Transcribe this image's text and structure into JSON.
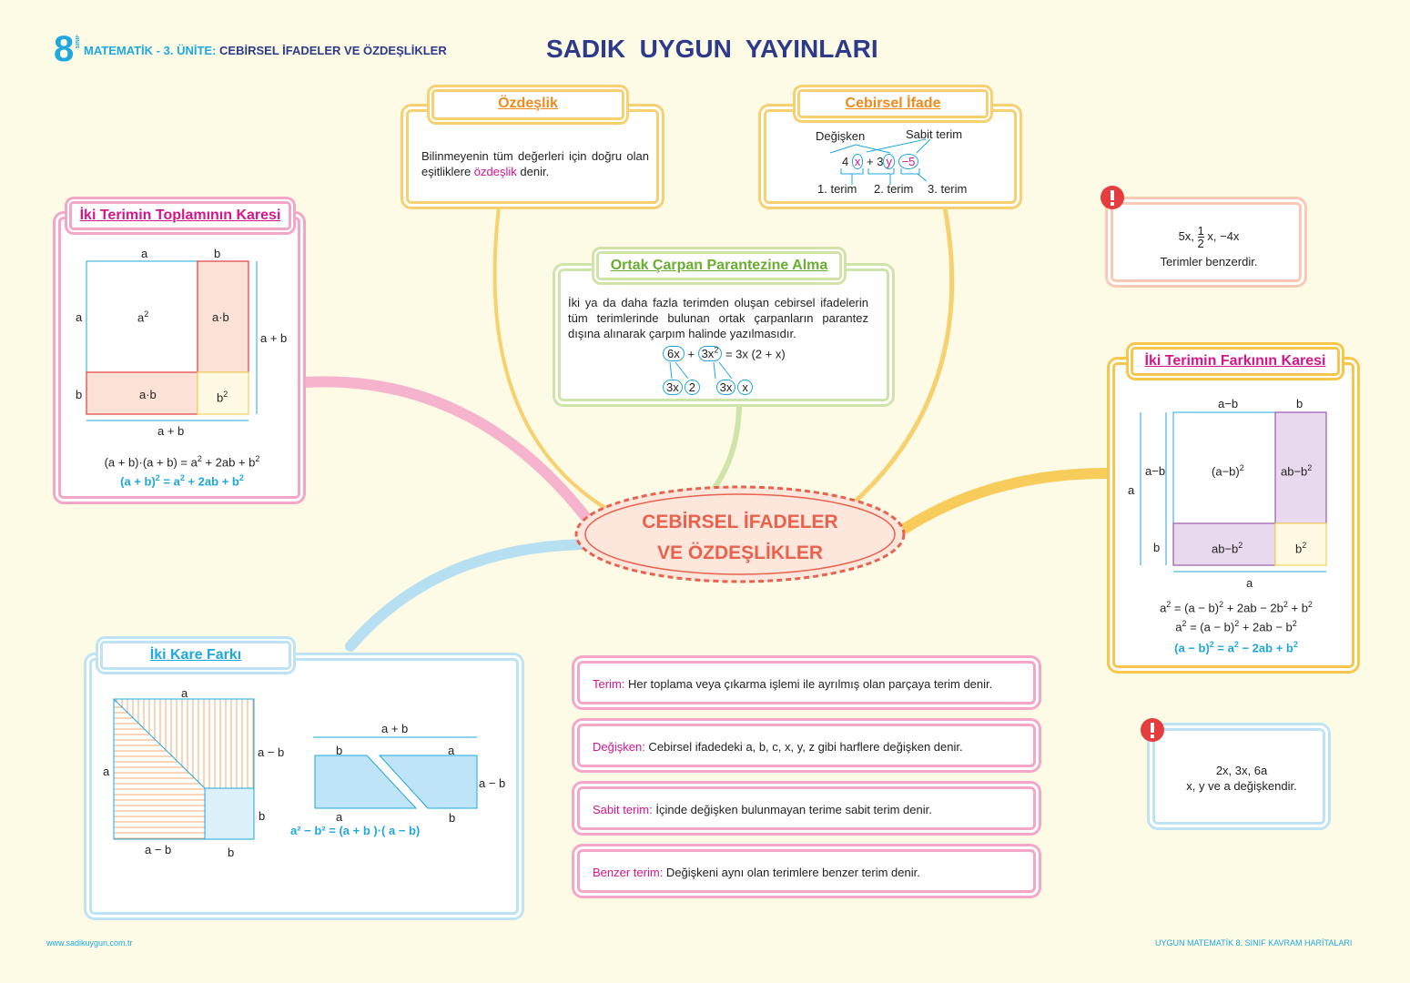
{
  "header": {
    "grade_number": "8",
    "grade_word": "SINIF",
    "subject": "MATEMATİK - 3. ÜNİTE:",
    "unit": "CEBİRSEL İFADELER VE ÖZDEŞLİKLER",
    "publisher": "SADIK  UYGUN  YAYINLARI"
  },
  "center": {
    "line1": "CEBİRSEL İFADELER",
    "line2": "VE ÖZDEŞLİKLER"
  },
  "ozdeslik": {
    "title": "Özdeşlik",
    "text_before": "Bilinmeyenin tüm değerleri için doğru olan eşitliklere ",
    "highlight": "özdeşlik",
    "text_after": " denir."
  },
  "cebirsel": {
    "title": "Cebirsel İfade",
    "degisken": "Değişken",
    "sabit_terim": "Sabit terim",
    "expr": {
      "c1": "4",
      "v1": "x",
      "plus": "+",
      "c2": "3",
      "v2": "y",
      "k": "−5"
    },
    "term1": "1. terim",
    "term2": "2. terim",
    "term3": "3. terim"
  },
  "ortak": {
    "title": "Ortak Çarpan Parantezine Alma",
    "text": "İki ya da daha fazla terimden oluşan cebirsel ifadelerin tüm terimlerinde bulunan ortak çarpanların parantez dışına alınarak çarpım halinde yazılmasıdır.",
    "t1": "6x",
    "plus": "+",
    "t2": "3x",
    "t2_exp": "2",
    "result": "= 3x (2 + x)",
    "f1": "3x",
    "f2": "2",
    "f3": "3x",
    "f4": "x"
  },
  "note1": {
    "line1_a": "5x,",
    "frac_num": "1",
    "frac_den": "2",
    "line1_b": "x, −4x",
    "line2": "Terimler benzerdir."
  },
  "note2": {
    "line1": "2x, 3x, 6a",
    "line2": "x, y ve a değişkendir."
  },
  "toplam": {
    "title": "İki Terimin Toplamının Karesi",
    "top_a": "a",
    "top_b": "b",
    "left_a": "a",
    "left_b": "b",
    "right": "a + b",
    "bottom": "a + b",
    "cell_a2": "a",
    "cell_ab1": "a·b",
    "cell_ab2": "a·b",
    "cell_b2": "b",
    "sq": "2",
    "formula1": "(a + b)·(a + b) = a",
    "formula1_rest": " + 2ab + b",
    "formula2": "(a + b)",
    "formula2_mid": " = a",
    "formula2_rest": " + 2ab + b"
  },
  "fark": {
    "title": "İki Terimin Farkının Karesi",
    "top_amb": "a−b",
    "top_b": "b",
    "left_a": "a",
    "left_amb": "a−b",
    "left_b": "b",
    "bottom": "a",
    "c1": "(a−b)",
    "c2": "ab−b",
    "c3": "ab−b",
    "c4": "b",
    "f1": "a",
    "f1_rest1": " = (a − b)",
    "f1_rest2": " + 2ab − 2b",
    "f1_rest3": " + b",
    "f2": "a",
    "f2_rest1": " = (a − b)",
    "f2_rest2": " + 2ab − b",
    "f3": "(a − b)",
    "f3_mid": " = a",
    "f3_rest": " − 2ab + b"
  },
  "kare": {
    "title": "İki Kare Farkı",
    "a_top": "a",
    "a_left": "a",
    "amb_right": "a − b",
    "b_right": "b",
    "amb_bottom": "a − b",
    "b_bottom": "b",
    "apb": "a + b",
    "p_b": "b",
    "p_a": "a",
    "p_amb": "a − b",
    "p_a2": "a",
    "p_b2": "b",
    "formula": "a² − b² = (a + b )·( a − b)"
  },
  "defs": [
    {
      "term": "Terim:",
      "text": " Her toplama veya çıkarma işlemi ile ayrılmış olan parçaya terim denir."
    },
    {
      "term": "Değişken:",
      "text": " Cebirsel ifadedeki a, b, c, x, y, z gibi harflere değişken denir."
    },
    {
      "term": "Sabit terim:",
      "text": " İçinde değişken bulunmayan terime sabit terim denir."
    },
    {
      "term": "Benzer terim:",
      "text": " Değişkeni aynı olan terimlere benzer terim denir."
    }
  ],
  "footer": {
    "url": "www.sadikuygun.com.tr",
    "series": "UYGUN MATEMATİK 8. SINIF KAVRAM HARİTALARI"
  },
  "colors": {
    "pink": "#e8509b",
    "orange": "#f5a623",
    "yellow": "#f7d070",
    "green": "#b7d98a",
    "blue": "#a9daf2",
    "red": "#e53d3d",
    "navy": "#2d3a8c"
  }
}
